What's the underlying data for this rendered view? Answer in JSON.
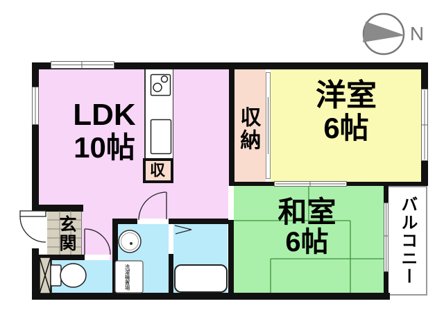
{
  "compass": {
    "label": "N"
  },
  "rooms": {
    "ldk": {
      "name": "LDK",
      "size": "10帖",
      "color": "#f8d6f8"
    },
    "yoshitsu": {
      "name": "洋室",
      "size": "6帖",
      "color": "#fafab4"
    },
    "washitsu": {
      "name": "和室",
      "size": "6帖",
      "color": "#aaf0aa"
    },
    "shunou": {
      "label": "収納",
      "color": "#f9dccd"
    },
    "kitchen_storage": {
      "label": "収",
      "color": "#f9dccd"
    },
    "genkan": {
      "label": "玄関",
      "color": "#d6d0c0"
    },
    "balcony": {
      "label": "バルコニー",
      "color": "#ffffff"
    },
    "laundry": {
      "label": "洗濯機置場"
    }
  },
  "colors": {
    "wall": "#111111",
    "wet_area": "#b9ebfa",
    "tatami_line": "#3f8f3f",
    "compass_gray": "#8a8a8a"
  }
}
